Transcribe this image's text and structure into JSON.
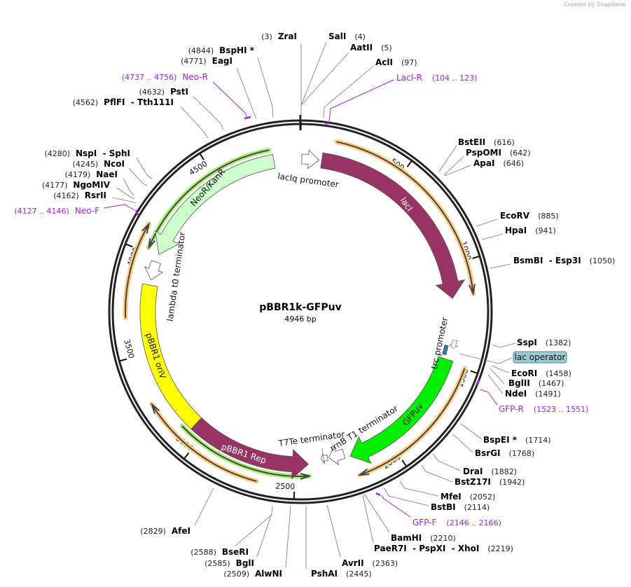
{
  "credit": {
    "prefix": "Created by",
    "brand": "SnapGene"
  },
  "plasmid": {
    "name": "pBBR1k-GFPuv",
    "length_label": "4946 bp",
    "length_bp": 4946
  },
  "ticks": [
    "500",
    "1000",
    "1500",
    "2000",
    "2500",
    "3000",
    "3500",
    "4000",
    "4500"
  ],
  "features": [
    {
      "name": "lacIq promoter",
      "color": "#ffffff"
    },
    {
      "name": "lacI",
      "color": "#993366"
    },
    {
      "name": "NeoR/KanR",
      "color": "#ccffcc"
    },
    {
      "name": "lambda t0 terminator",
      "color": "#ffffff"
    },
    {
      "name": "pBBR1 oriV",
      "color": "#ffff00"
    },
    {
      "name": "pBBR1 Rep",
      "color": "#993366"
    },
    {
      "name": "GFPuv",
      "color": "#00ee00"
    },
    {
      "name": "trc promoter",
      "color": "#ffffff"
    },
    {
      "name": "rrnB T1 terminator",
      "color": "#ffffff"
    },
    {
      "name": "T7Te terminator",
      "color": "#ffffff"
    },
    {
      "name": "lac operator",
      "color": "#3c7f8f"
    }
  ],
  "enzymes": [
    {
      "name": "ZraI",
      "pos": "(3)"
    },
    {
      "name": "SalI",
      "pos": "(4)"
    },
    {
      "name": "AatII",
      "pos": "(5)"
    },
    {
      "name": "AclI",
      "pos": "(97)"
    },
    {
      "name": "BstEII",
      "pos": "(616)"
    },
    {
      "name": "PspOMI",
      "pos": "(642)"
    },
    {
      "name": "ApaI",
      "pos": "(646)"
    },
    {
      "name": "EcoRV",
      "pos": "(885)"
    },
    {
      "name": "HpaI",
      "pos": "(941)"
    },
    {
      "name": "BsmBI  - Esp3I",
      "pos": "(1050)"
    },
    {
      "name": "SspI",
      "pos": "(1382)"
    },
    {
      "name": "EcoRI",
      "pos": "(1458)"
    },
    {
      "name": "BglII",
      "pos": "(1467)"
    },
    {
      "name": "NdeI",
      "pos": "(1491)"
    },
    {
      "name": "BspEI *",
      "pos": "(1714)"
    },
    {
      "name": "BsrGI",
      "pos": "(1768)"
    },
    {
      "name": "DraI",
      "pos": "(1882)"
    },
    {
      "name": "BstZ17I",
      "pos": "(1942)"
    },
    {
      "name": "MfeI",
      "pos": "(2052)"
    },
    {
      "name": "BstBI",
      "pos": "(2114)"
    },
    {
      "name": "BamHI",
      "pos": "(2210)"
    },
    {
      "name": "PaeR7I  - PspXI  - XhoI",
      "pos": "(2219)"
    },
    {
      "name": "AvrII",
      "pos": "(2363)"
    },
    {
      "name": "PshAI",
      "pos": "(2445)"
    },
    {
      "name": "AlwNI",
      "pos": "(2509)"
    },
    {
      "name": "BglI",
      "pos": "(2585)"
    },
    {
      "name": "BseRI",
      "pos": "(2588)"
    },
    {
      "name": "AfeI",
      "pos": "(2829)"
    },
    {
      "name": "PflFI  - Tth111I",
      "pos": "(4562)"
    },
    {
      "name": "PstI",
      "pos": "(4632)"
    },
    {
      "name": "EagI",
      "pos": "(4771)"
    },
    {
      "name": "BspHI *",
      "pos": "(4844)"
    },
    {
      "name": "NspI  - SphI",
      "pos": "(4280)"
    },
    {
      "name": "NcoI",
      "pos": "(4245)"
    },
    {
      "name": "NaeI",
      "pos": "(4179)"
    },
    {
      "name": "NgoMIV",
      "pos": "(4177)"
    },
    {
      "name": "RsrII",
      "pos": "(4162)"
    }
  ],
  "primers": [
    {
      "name": "LacI-R",
      "range": "(104 .. 123)"
    },
    {
      "name": "GFP-R",
      "range": "(1523 .. 1551)"
    },
    {
      "name": "GFP-F",
      "range": "(2146 .. 2166)"
    },
    {
      "name": "Neo-R",
      "range": "(4737 .. 4756)"
    },
    {
      "name": "Neo-F",
      "range": "(4127 .. 4146)"
    }
  ],
  "colors": {
    "backbone": "#222222",
    "primer": "#a020f0",
    "orange_feature": "#ffcc80",
    "green_feature": "#aaee77"
  }
}
